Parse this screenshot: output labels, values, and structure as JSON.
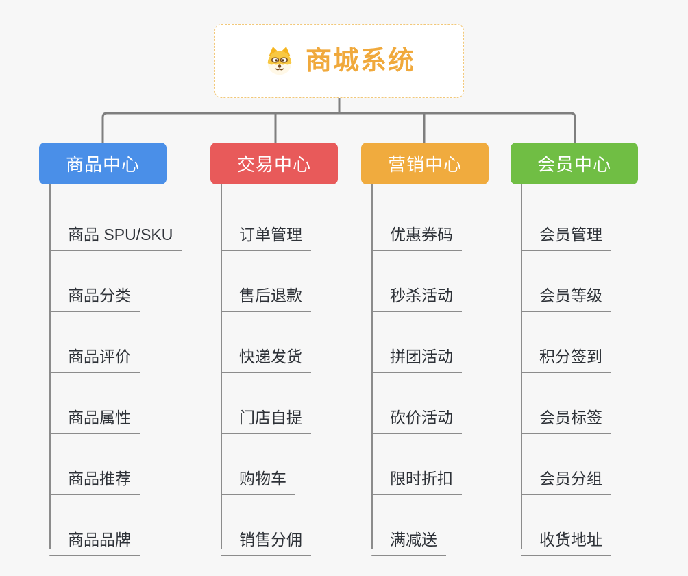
{
  "root": {
    "title": "商城系统",
    "icon": "dog-face-icon",
    "accent_color": "#F0A93C",
    "border_color": "#F2C879"
  },
  "branches": [
    {
      "label": "商品中心",
      "color": "#4A8FE8",
      "items": [
        "商品 SPU/SKU",
        "商品分类",
        "商品评价",
        "商品属性",
        "商品推荐",
        "商品品牌"
      ]
    },
    {
      "label": "交易中心",
      "color": "#E85A5A",
      "items": [
        "订单管理",
        "售后退款",
        "快递发货",
        "门店自提",
        "购物车",
        "销售分佣"
      ]
    },
    {
      "label": "营销中心",
      "color": "#F0AB3E",
      "items": [
        "优惠券码",
        "秒杀活动",
        "拼团活动",
        "砍价活动",
        "限时折扣",
        "满减送"
      ]
    },
    {
      "label": "会员中心",
      "color": "#70BE44",
      "items": [
        "会员管理",
        "会员等级",
        "积分签到",
        "会员标签",
        "会员分组",
        "收货地址"
      ]
    }
  ],
  "connector_color": "#7F7F7F",
  "leaf_line_color": "#8C8C8C",
  "background_color": "#F7F7F7"
}
